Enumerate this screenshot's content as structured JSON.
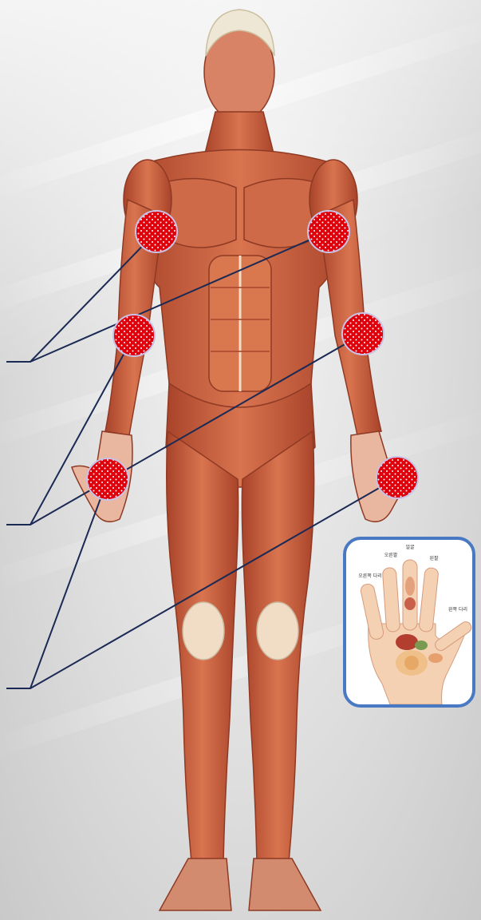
{
  "colors": {
    "muscle": "#c85a3a",
    "muscle_light": "#e08a64",
    "tendon": "#f1ddc6",
    "acupoint": "#e0000c",
    "acupoint_rim": "#c9c2e6",
    "leader_line": "#1b2a55",
    "inset_border": "#4a79c3",
    "hand_skin": "#f5d1b4"
  },
  "acupoints": [
    {
      "name": "right-shoulder"
    },
    {
      "name": "left-shoulder"
    },
    {
      "name": "right-elbow"
    },
    {
      "name": "left-elbow"
    },
    {
      "name": "right-wrist"
    },
    {
      "name": "left-wrist"
    }
  ],
  "inset": {
    "labels": {
      "right_leg": "오른쪽 다리",
      "right_arm": "오른팔",
      "face": "얼굴",
      "left_arm": "왼팔",
      "left_leg": "왼쪽 다리"
    }
  }
}
